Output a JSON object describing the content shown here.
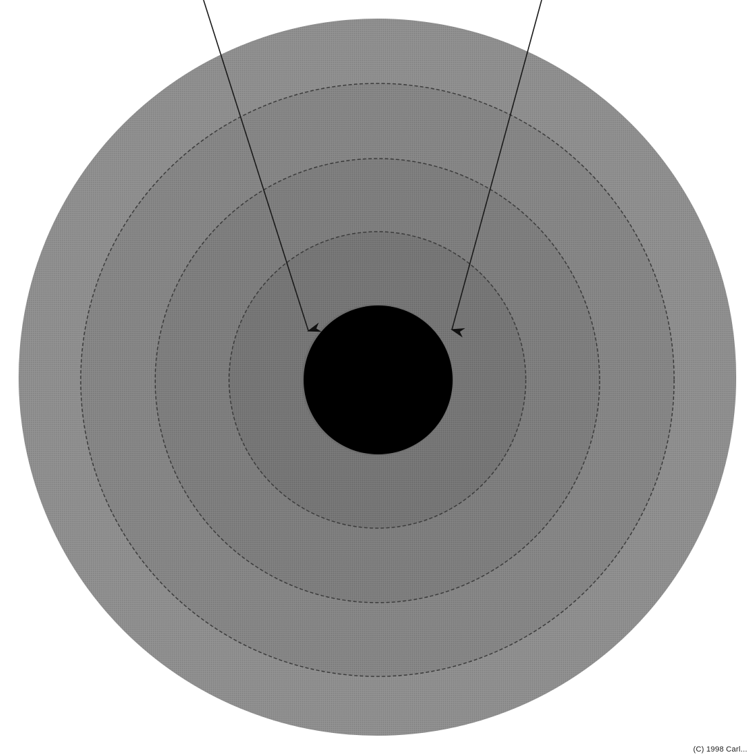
{
  "diagram": {
    "rings": [
      {
        "id": "ring-outer",
        "fill": "#8e8e8e"
      },
      {
        "id": "ring-2",
        "fill": "#858585"
      },
      {
        "id": "ring-3",
        "fill": "#7d7d7d"
      },
      {
        "id": "ring-4",
        "fill": "#757575"
      },
      {
        "id": "ring-5",
        "fill": "#6e6e6e"
      }
    ],
    "core": {
      "fill": "#000000"
    },
    "pointer_lines": [
      "left-pointer-arrow",
      "right-pointer-arrow"
    ],
    "credit_text": "(C) 1998 Carl..."
  },
  "colors": {
    "background": "#ffffff",
    "line": "#1a1a1a",
    "dash": "#3a3a3a"
  }
}
